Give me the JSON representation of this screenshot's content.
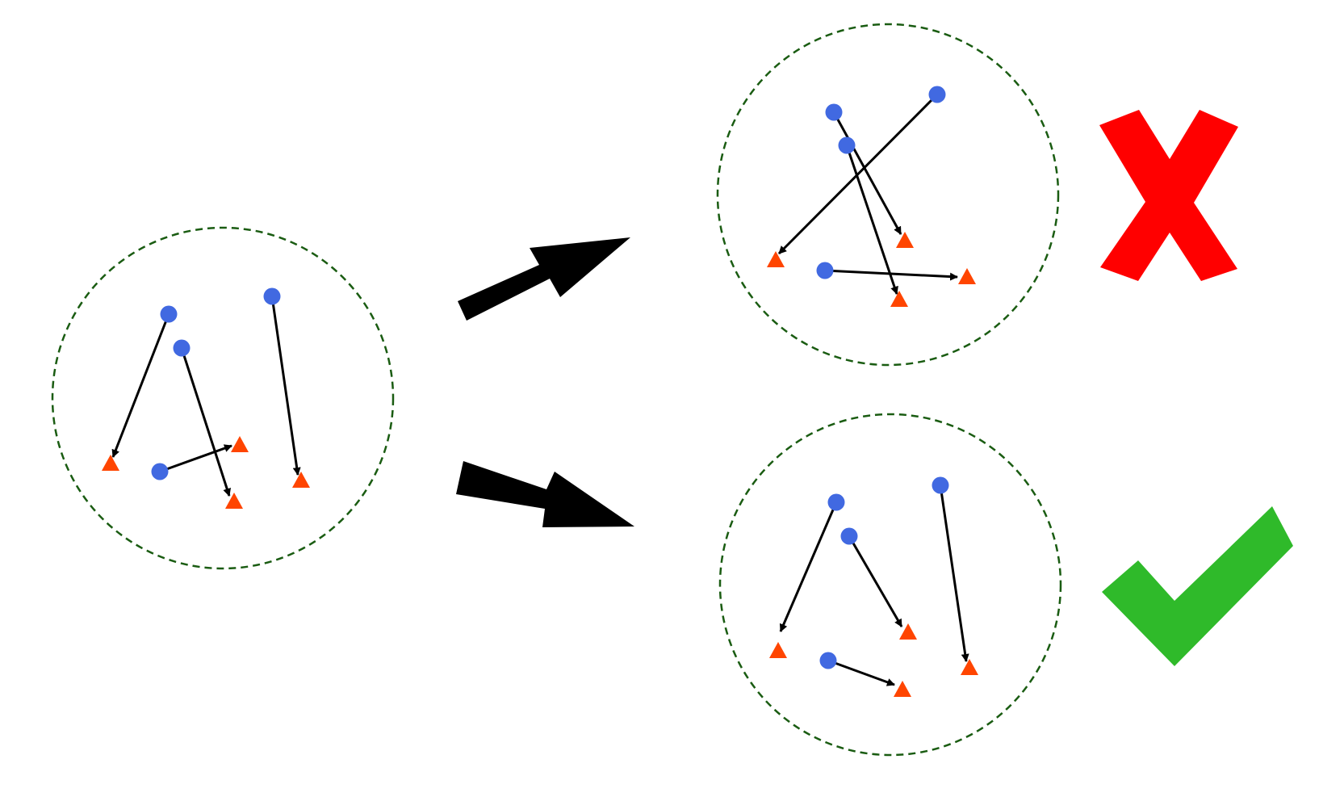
{
  "colors": {
    "background": "#ffffff",
    "circle_stroke": "#1a5c12",
    "source_point": "#4169e1",
    "target_point": "#ff4500",
    "link": "#000000",
    "big_arrow": "#000000",
    "reject_mark": "#ff0000",
    "accept_mark": "#2fba2a"
  },
  "panels": [
    {
      "id": "original",
      "caption": ""
    },
    {
      "id": "incorrect-mapping",
      "caption": ""
    },
    {
      "id": "correct-mapping",
      "caption": ""
    }
  ],
  "icons": {
    "transition_arrows": "right-arrow-icon",
    "reject": "red-x-icon",
    "accept": "green-check-icon"
  }
}
